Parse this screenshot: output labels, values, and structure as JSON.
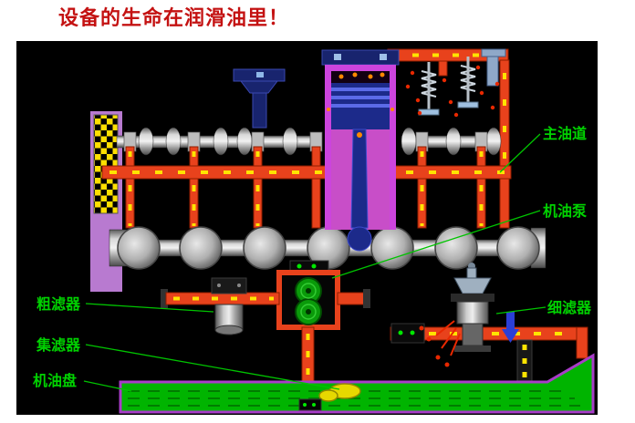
{
  "title": "设备的生命在润滑油里！",
  "diagram": {
    "labels": {
      "main_oil_gallery": "主油道",
      "oil_pump": "机油泵",
      "fine_filter": "细滤器",
      "coarse_filter": "粗滤器",
      "oil_strainer": "集滤器",
      "oil_pan": "机油盘"
    },
    "colors": {
      "background": "#000000",
      "pipe_red": "#e8421c",
      "oil_yellow": "#ffe400",
      "label_green": "#00d200",
      "pan_green": "#00b400",
      "pan_border_purple": "#a83cc8",
      "cylinder_purple": "#cc44dd",
      "piston_navy": "#1c2a8a",
      "gear_green": "#0a9a0a",
      "title_red": "#c41212"
    }
  }
}
